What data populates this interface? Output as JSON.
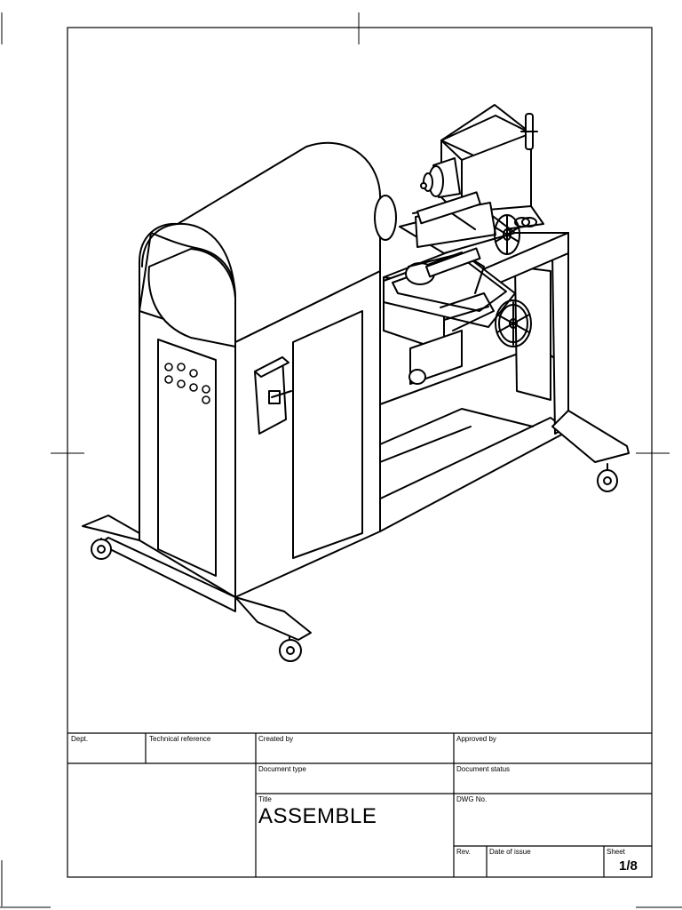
{
  "title_block": {
    "dept_label": "Dept.",
    "technical_reference_label": "Technical reference",
    "created_by_label": "Created by",
    "approved_by_label": "Approved by",
    "document_type_label": "Document type",
    "document_status_label": "Document status",
    "title_label": "Title",
    "title_value": "ASSEMBLE",
    "dwg_no_label": "DWG No.",
    "rev_label": "Rev.",
    "date_of_issue_label": "Date of issue",
    "sheet_label": "Sheet",
    "sheet_value": "1/8"
  },
  "colors": {
    "line": "#000000",
    "background": "#ffffff"
  },
  "drawing": {
    "subject": "isometric machine assembly",
    "icon": "machine-assembly-drawing"
  }
}
